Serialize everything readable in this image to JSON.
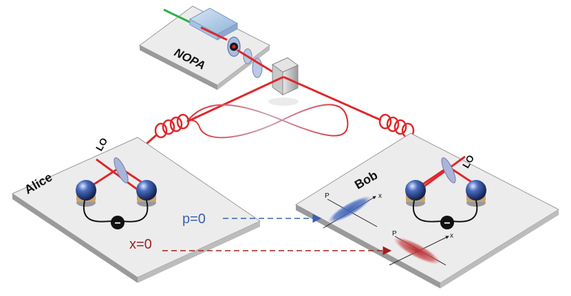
{
  "labels": {
    "nopa": "NOPA",
    "alice": "Alice",
    "bob": "Bob",
    "lo_alice": "LO",
    "lo_bob": "LO",
    "p_eq_0": "p=0",
    "x_eq_0": "x=0",
    "axis_p_top": "P",
    "axis_x_top": "x",
    "axis_p_bottom": "P",
    "axis_x_bottom": "x",
    "minus_alice": "−",
    "minus_bob": "−"
  },
  "colors": {
    "beam_red": "#e0262b",
    "pump_green": "#2fae4a",
    "platform_top": "#ececec",
    "platform_side": "#b9b9b9",
    "detector_blue": "#2a4a8f",
    "p_blue": "#3b5fb0",
    "x_red": "#b5262a",
    "lens_blue": "#9db4d8"
  },
  "icons": {
    "detector": "photodiode-sphere-icon",
    "subtractor": "minus-circle-icon",
    "fiber": "fiber-coil-icon",
    "crystal": "nonlinear-crystal-icon",
    "beamsplitter": "beamsplitter-cube-icon"
  }
}
